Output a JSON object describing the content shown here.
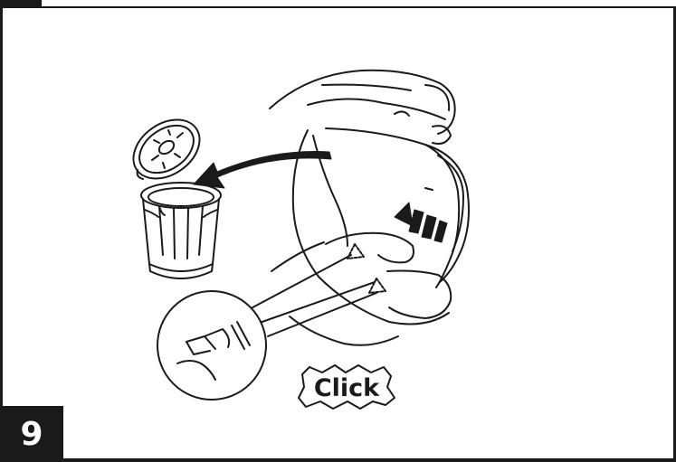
{
  "step_number": "9",
  "click_label": "Click",
  "colors": {
    "ink": "#1a1a1a",
    "paper": "#ffffff"
  },
  "icons": [
    "strainer-cup-icon",
    "strainer-lid-icon",
    "arrow-left-icon",
    "dashed-push-arrow-icon",
    "latch-detail-magnifier",
    "hand-illustration"
  ]
}
